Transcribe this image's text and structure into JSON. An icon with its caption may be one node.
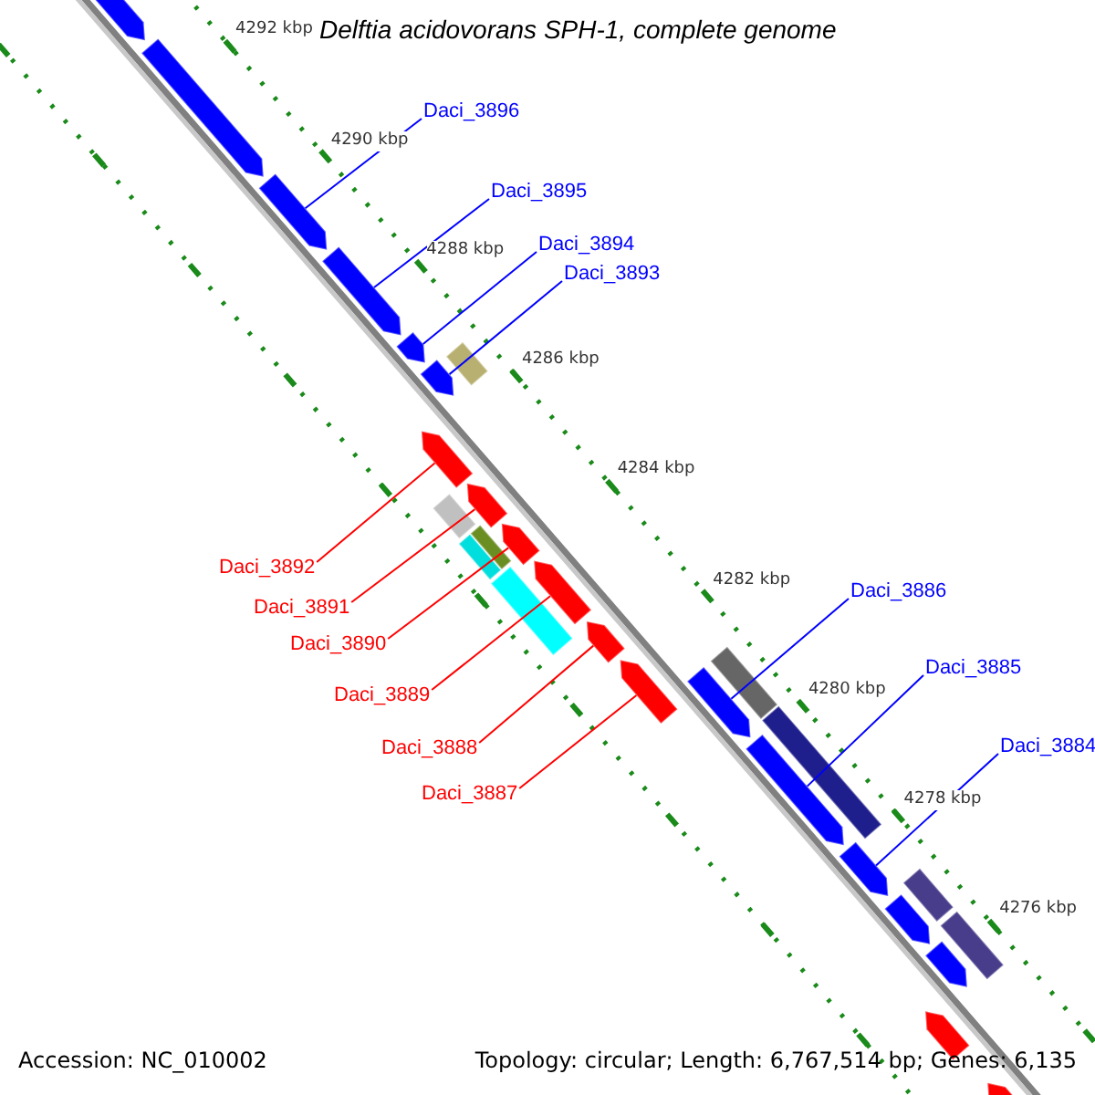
{
  "diagram": {
    "title": "Delftia acidovorans SPH-1, complete genome",
    "nodes": [
      {
        "text": [
          "Daci_3896"
        ]
      },
      {
        "text": [
          "Daci_3895"
        ]
      },
      {
        "text": [
          "Daci_3894"
        ]
      },
      {
        "text": [
          "Daci_3893"
        ]
      },
      {
        "text": [
          "Daci_3892"
        ]
      },
      {
        "text": [
          "Daci_3891"
        ]
      },
      {
        "text": [
          "Daci_3890"
        ]
      },
      {
        "text": [
          "Daci_3889"
        ]
      },
      {
        "text": [
          "Daci_3888"
        ]
      },
      {
        "text": [
          "Daci_3887"
        ]
      },
      {
        "text": [
          "Daci_3886"
        ]
      },
      {
        "text": [
          "Daci_3885"
        ]
      },
      {
        "text": [
          "Daci_3884"
        ]
      },
      {
        "text": [],
        "shape": "arrow"
      },
      {
        "text": [],
        "shape": "arrow"
      },
      {
        "text": [],
        "shape": "arrow"
      },
      {
        "text": [],
        "shape": "arrow"
      },
      {
        "text": [],
        "shape": "arrow"
      },
      {
        "text": [],
        "shape": "arrow"
      },
      {
        "text": [],
        "shape": "box"
      },
      {
        "text": [],
        "shape": "arrow"
      },
      {
        "text": [],
        "shape": "box"
      },
      {
        "text": [],
        "shape": "arrow"
      },
      {
        "text": [],
        "shape": "box"
      },
      {
        "text": [],
        "shape": "box"
      },
      {
        "text": [],
        "shape": "arrow"
      },
      {
        "text": [],
        "shape": "box"
      },
      {
        "text": [],
        "shape": "arrow"
      },
      {
        "text": [],
        "shape": "arrow"
      },
      {
        "text": [],
        "shape": "arrow"
      },
      {
        "text": [],
        "shape": "arrow"
      },
      {
        "text": [],
        "shape": "box"
      },
      {
        "text": [],
        "shape": "box"
      },
      {
        "text": [],
        "shape": "arrow"
      },
      {
        "text": [],
        "shape": "arrow"
      },
      {
        "text": [],
        "shape": "box"
      },
      {
        "text": [],
        "shape": "arrow"
      },
      {
        "text": [],
        "shape": "box"
      },
      {
        "text": [],
        "shape": "arrow"
      },
      {
        "text": [],
        "shape": "arrow"
      },
      {
        "text": [],
        "shape": "arrow"
      }
    ],
    "edges": [
      {
        "from": 0,
        "to": 15,
        "arrow": "none"
      },
      {
        "from": 1,
        "to": 16,
        "arrow": "none"
      },
      {
        "from": 2,
        "to": 17,
        "arrow": "none"
      },
      {
        "from": 3,
        "to": 18,
        "arrow": "none"
      },
      {
        "from": 4,
        "to": 20,
        "arrow": "none",
        "color": "#ff0000"
      },
      {
        "from": 5,
        "to": 22,
        "arrow": "none",
        "color": "#ff0000"
      },
      {
        "from": 6,
        "to": 25,
        "arrow": "none",
        "color": "#ff0000"
      },
      {
        "from": 7,
        "to": 27,
        "arrow": "none",
        "color": "#ff0000"
      },
      {
        "from": 8,
        "to": 28,
        "arrow": "none",
        "color": "#ff0000"
      },
      {
        "from": 9,
        "to": 29,
        "arrow": "none",
        "color": "#ff0000"
      },
      {
        "from": 10,
        "to": 30,
        "arrow": "none"
      },
      {
        "from": 11,
        "to": 33,
        "arrow": "none"
      },
      {
        "from": 12,
        "to": 34,
        "arrow": "none"
      }
    ],
    "labels": [
      "4292 kbp",
      "4290 kbp",
      "4288 kbp",
      "4286 kbp",
      "4284 kbp",
      "4282 kbp",
      "4280 kbp",
      "4278 kbp",
      "4276 kbp",
      "Accession: NC_010002",
      "Topology: circular; Length: 6,767,514 bp; Genes: 6,135"
    ]
  }
}
